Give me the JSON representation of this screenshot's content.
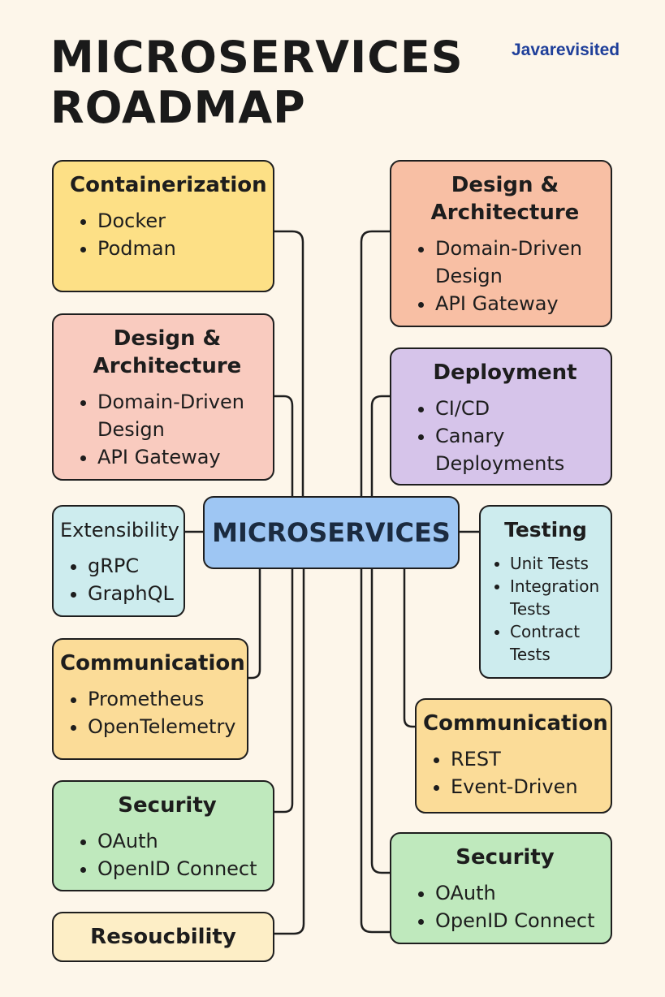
{
  "title": "MICROSERVICES\nROADMAP",
  "brand": "Javarevisited",
  "center": {
    "label": "MICROSERVICES"
  },
  "left": [
    {
      "id": "containerization",
      "title": "Containerization",
      "items": [
        "Docker",
        "Podman"
      ],
      "color": "#fde086"
    },
    {
      "id": "design-left",
      "title": "Design &\nArchitecture",
      "items": [
        "Domain-Driven Design",
        "API Gateway"
      ],
      "color": "#f9cbbf"
    },
    {
      "id": "extensibility",
      "title": "Extensibility",
      "items": [
        "gRPC",
        "GraphQL"
      ],
      "color": "#cdecee"
    },
    {
      "id": "communication-left",
      "title": "Communication",
      "items": [
        "Prometheus",
        "OpenTelemetry"
      ],
      "color": "#fbdc98"
    },
    {
      "id": "security-left",
      "title": "Security",
      "items": [
        "OAuth",
        "OpenID Connect"
      ],
      "color": "#bfe9bd"
    },
    {
      "id": "resoucbility",
      "title": "Resoucbility",
      "items": [],
      "color": "#fdeec6"
    }
  ],
  "right": [
    {
      "id": "design-right",
      "title": "Design &\nArchitecture",
      "items": [
        "Domain-Driven Design",
        "API Gateway"
      ],
      "color": "#f8bfa4"
    },
    {
      "id": "deployment",
      "title": "Deployment",
      "items": [
        "CI/CD",
        "Canary Deployments"
      ],
      "color": "#d6c4ea"
    },
    {
      "id": "testing",
      "title": "Testing",
      "items": [
        "Unit Tests",
        "Integration Tests",
        "Contract Tests"
      ],
      "color": "#cdecee"
    },
    {
      "id": "communication-right",
      "title": "Communication",
      "items": [
        "REST",
        "Event-Driven"
      ],
      "color": "#fbdc98"
    },
    {
      "id": "security-right",
      "title": "Security",
      "items": [
        "OAuth",
        "OpenID Connect"
      ],
      "color": "#bfe9bd"
    }
  ]
}
